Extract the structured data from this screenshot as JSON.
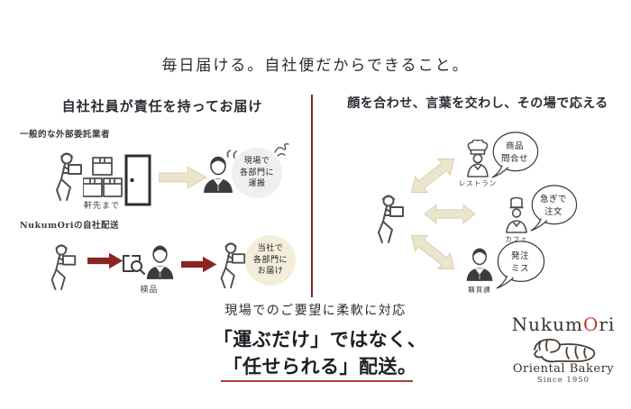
{
  "title": "毎日届ける。自社便だからできること。",
  "left_section": {
    "heading": "自社社員が責任を持ってお届け",
    "generic": {
      "label": "一般的な外部委託業者",
      "door_caption": "軒先まで",
      "bubble_lines": [
        "現場で",
        "各部門に",
        "運搬"
      ]
    },
    "own": {
      "label": "NukumOriの自社配送",
      "inspection_caption": "検品",
      "bubble_lines": [
        "当社で",
        "各部門に",
        "お届け"
      ]
    }
  },
  "right_section": {
    "heading": "顔を合わせ、言葉を交わし、その場で応える",
    "contacts": [
      {
        "role": "レストラン",
        "bubble_lines": [
          "商品",
          "問合せ"
        ]
      },
      {
        "role": "カフェ",
        "bubble_lines": [
          "急ぎで",
          "注文"
        ]
      },
      {
        "role": "購買課",
        "bubble_lines": [
          "発注",
          "ミス"
        ]
      }
    ]
  },
  "bottom": {
    "lead": "現場でのご要望に柔軟に対応",
    "headline_line1": "「運ぶだけ」ではなく、",
    "headline_line2": "「任せられる」配送。"
  },
  "logo": {
    "name_prefix": "Nukum",
    "name_o": "O",
    "name_suffix": "ri",
    "subtitle": "Oriental Bakery",
    "since": "Since 1950"
  },
  "colors": {
    "accent_red": "#8b2222",
    "arrow_beige_fill": "#ece5cd",
    "arrow_beige_edge": "#d7cfaf",
    "note_beige": "#f3edda",
    "note_gray": "#efefef"
  }
}
